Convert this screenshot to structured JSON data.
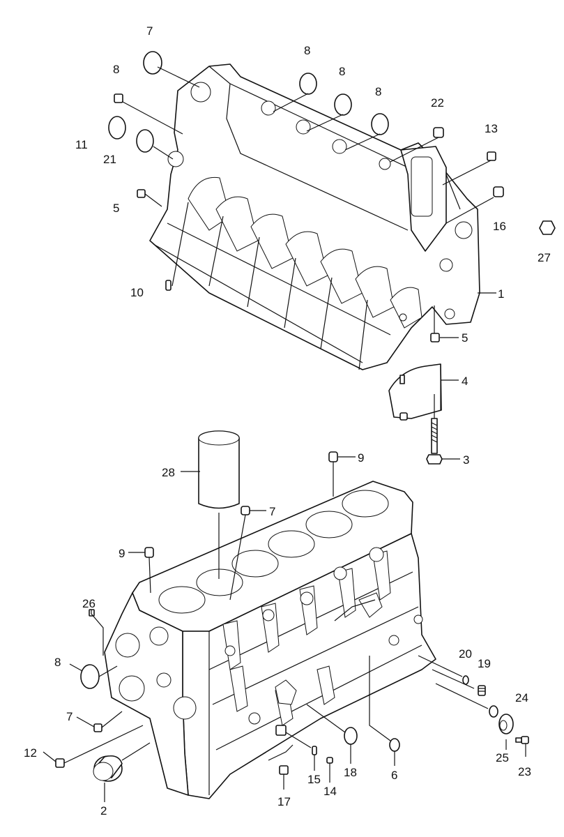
{
  "diagram": {
    "upper_assembly": {
      "callouts": [
        "7",
        "8",
        "8",
        "8",
        "8",
        "22",
        "13",
        "11",
        "21",
        "5",
        "16",
        "27",
        "10",
        "1",
        "5",
        "4",
        "3"
      ]
    },
    "lower_assembly": {
      "callouts": [
        "9",
        "28",
        "7",
        "9",
        "26",
        "8",
        "7",
        "12",
        "2",
        "20",
        "19",
        "24",
        "25",
        "23",
        "6",
        "18",
        "15",
        "14",
        "17"
      ]
    }
  }
}
